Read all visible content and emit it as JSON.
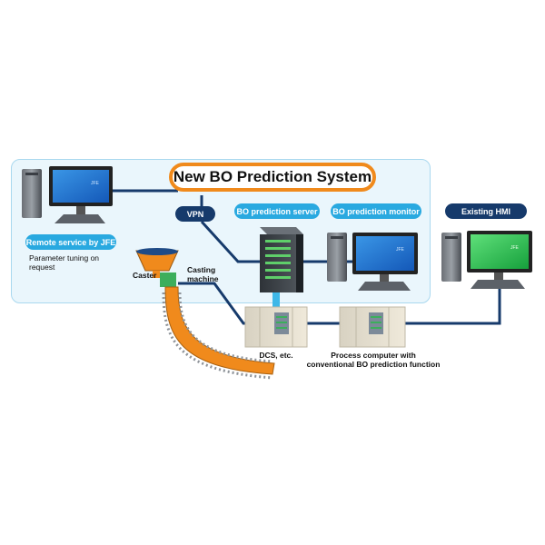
{
  "system_title": "New BO Prediction System",
  "pills": {
    "vpn": "VPN",
    "bo_server": "BO prediction server",
    "bo_monitor": "BO prediction monitor",
    "remote_service": "Remote service by JFE",
    "existing_hmi": "Existing HMI"
  },
  "labels": {
    "parameter_tuning_line1": "Parameter tuning on",
    "parameter_tuning_line2": "request",
    "caster": "Caster",
    "casting_machine_line1": "Casting",
    "casting_machine_line2": "machine",
    "dcs": "DCS, etc.",
    "process_computer_line1": "Process computer with",
    "process_computer_line2": "conventional BO prediction function"
  },
  "screen_brand": "JFE",
  "colors": {
    "panel_bg": "#eaf6fc",
    "panel_border": "#a9d8ef",
    "title_border": "#f08a1c",
    "pill_blue": "#29a9e0",
    "pill_navy": "#163a6b",
    "network_line": "#163a6b",
    "monitor_screen": "#1f7fd6",
    "hmi_screen": "#2fc25a",
    "caster_orange": "#f08a1c"
  }
}
